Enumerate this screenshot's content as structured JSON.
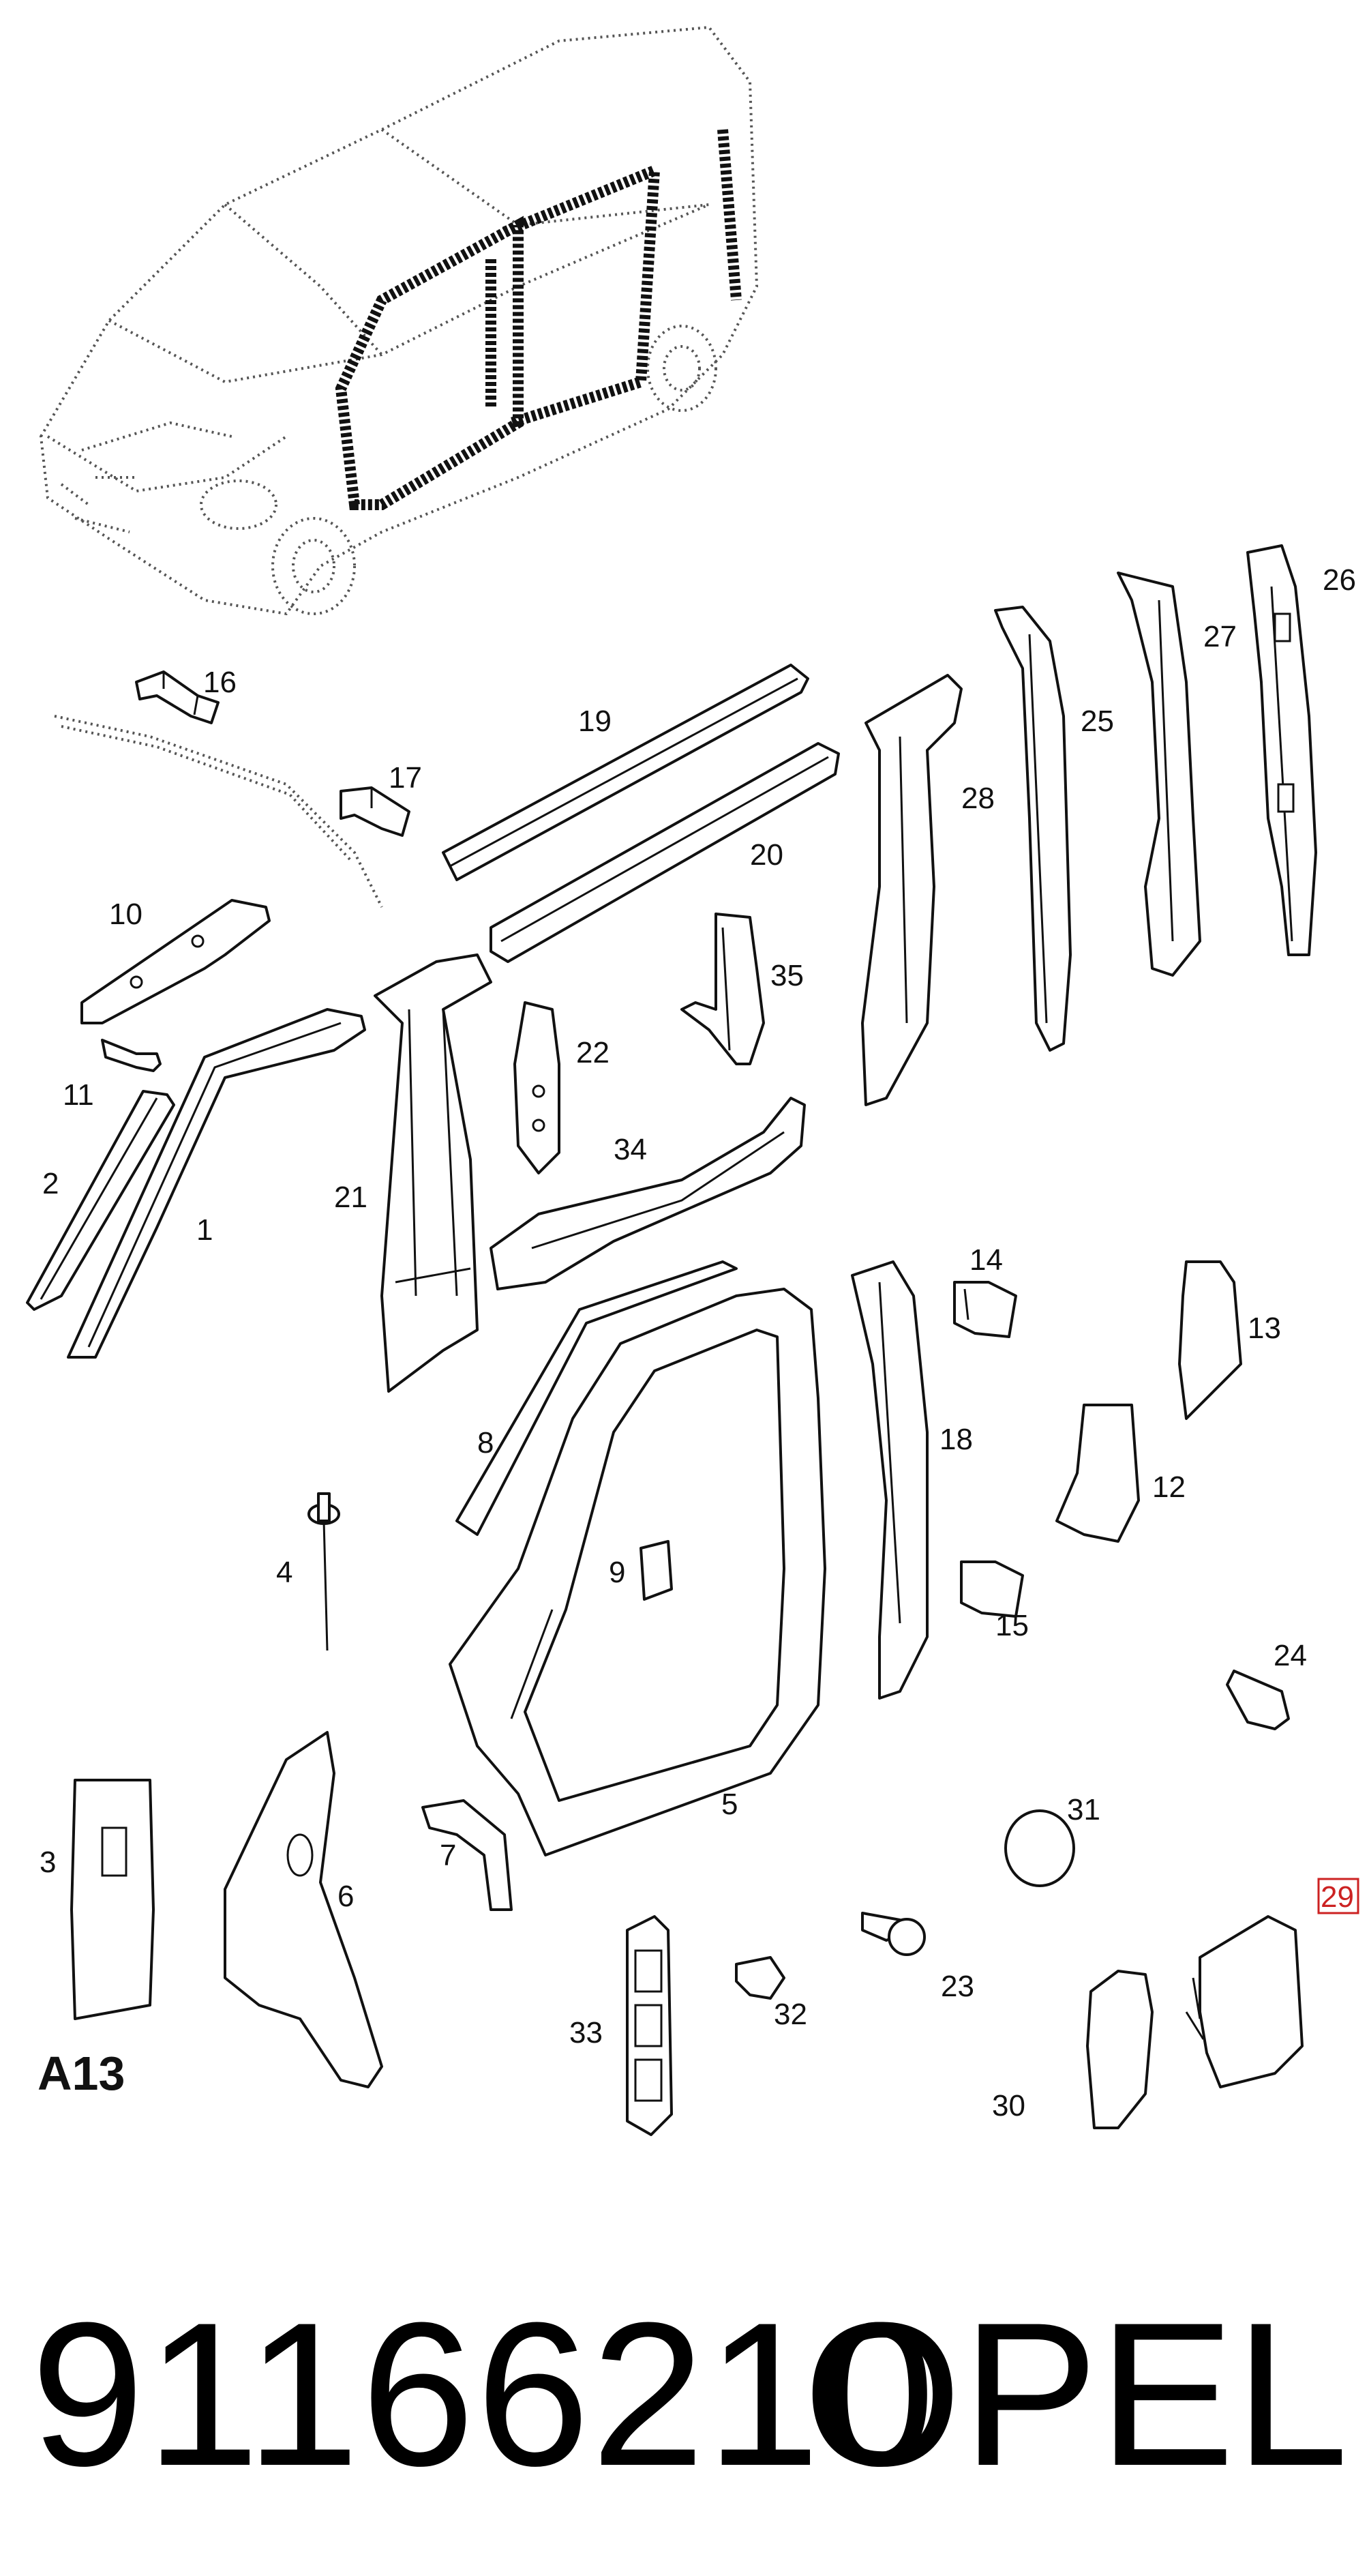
{
  "diagram": {
    "sheet_label": "A13",
    "callouts": [
      {
        "id": "c1",
        "text": "1"
      },
      {
        "id": "c2",
        "text": "2"
      },
      {
        "id": "c3",
        "text": "3"
      },
      {
        "id": "c4",
        "text": "4"
      },
      {
        "id": "c5",
        "text": "5"
      },
      {
        "id": "c6",
        "text": "6"
      },
      {
        "id": "c7",
        "text": "7"
      },
      {
        "id": "c8",
        "text": "8"
      },
      {
        "id": "c9",
        "text": "9"
      },
      {
        "id": "c10",
        "text": "10"
      },
      {
        "id": "c11",
        "text": "11"
      },
      {
        "id": "c12",
        "text": "12"
      },
      {
        "id": "c13",
        "text": "13"
      },
      {
        "id": "c14",
        "text": "14"
      },
      {
        "id": "c15",
        "text": "15"
      },
      {
        "id": "c16",
        "text": "16"
      },
      {
        "id": "c17",
        "text": "17"
      },
      {
        "id": "c18",
        "text": "18"
      },
      {
        "id": "c19",
        "text": "19"
      },
      {
        "id": "c20",
        "text": "20"
      },
      {
        "id": "c21",
        "text": "21"
      },
      {
        "id": "c22",
        "text": "22"
      },
      {
        "id": "c23",
        "text": "23"
      },
      {
        "id": "c24",
        "text": "24"
      },
      {
        "id": "c25",
        "text": "25"
      },
      {
        "id": "c26",
        "text": "26"
      },
      {
        "id": "c27",
        "text": "27"
      },
      {
        "id": "c28",
        "text": "28"
      },
      {
        "id": "c29",
        "text": "29",
        "highlighted": true
      },
      {
        "id": "c30",
        "text": "30"
      },
      {
        "id": "c31",
        "text": "31"
      },
      {
        "id": "c32",
        "text": "32"
      },
      {
        "id": "c33",
        "text": "33"
      },
      {
        "id": "c34",
        "text": "34"
      },
      {
        "id": "c35",
        "text": "35"
      }
    ],
    "highlight_color": "#cc2222"
  },
  "footer": {
    "part_number": "91166210",
    "brand": "OPEL"
  }
}
